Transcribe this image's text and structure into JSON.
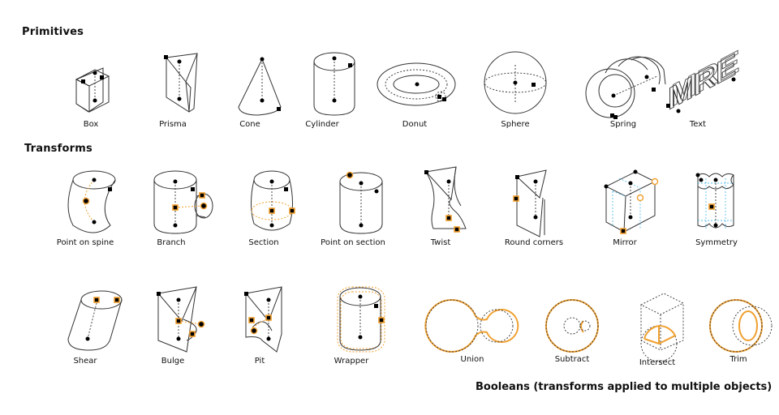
{
  "sections": {
    "primitives": "Primitives",
    "transforms": "Transforms",
    "booleans_caption": "Booleans (transforms applied to multiple objects)"
  },
  "primitives": [
    {
      "label": "Box"
    },
    {
      "label": "Prisma"
    },
    {
      "label": "Cone"
    },
    {
      "label": "Cylinder"
    },
    {
      "label": "Donut"
    },
    {
      "label": "Sphere"
    },
    {
      "label": "Spring"
    },
    {
      "label": "Text",
      "text_glyphs": "MRE"
    }
  ],
  "transforms_row1": [
    {
      "label": "Point on spine"
    },
    {
      "label": "Branch"
    },
    {
      "label": "Section"
    },
    {
      "label": "Point on section"
    },
    {
      "label": "Twist"
    },
    {
      "label": "Round corners"
    },
    {
      "label": "Mirror"
    },
    {
      "label": "Symmetry"
    }
  ],
  "transforms_row2": [
    {
      "label": "Shear"
    },
    {
      "label": "Bulge"
    },
    {
      "label": "Pit"
    },
    {
      "label": "Wrapper"
    }
  ],
  "booleans": [
    {
      "label": "Union"
    },
    {
      "label": "Subtract"
    },
    {
      "label": "Intersect"
    },
    {
      "label": "Trim"
    }
  ],
  "colors": {
    "line": "#333333",
    "highlight": "#f0a030",
    "mirror_guide": "#5bc0eb",
    "point": "#000000"
  }
}
